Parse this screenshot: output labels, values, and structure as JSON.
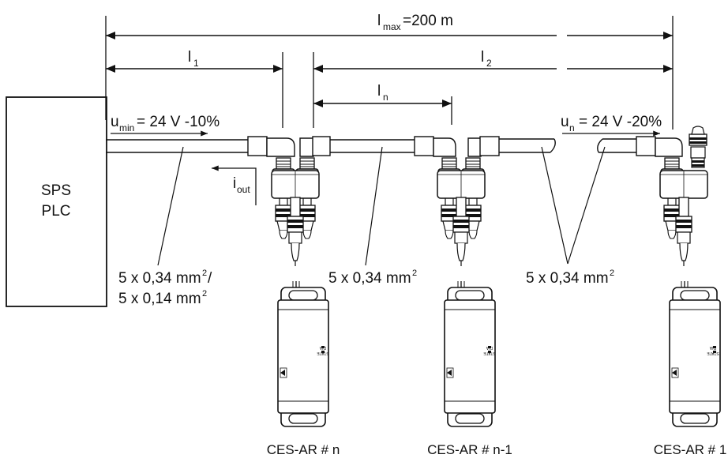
{
  "plc": {
    "line1": "SPS",
    "line2": "PLC"
  },
  "dimensions": {
    "lmax": {
      "symbol": "l",
      "sub": "max",
      "value": "=200 m"
    },
    "l1": {
      "symbol": "l",
      "sub": "1"
    },
    "l2": {
      "symbol": "l",
      "sub": "2"
    },
    "ln": {
      "symbol": "l",
      "sub": "n"
    }
  },
  "voltages": {
    "umin": {
      "symbol": "u",
      "sub": "min",
      "value": "= 24 V -10%"
    },
    "un": {
      "symbol": "u",
      "sub": "n",
      "value": "= 24 V -20%"
    }
  },
  "current": {
    "symbol": "i",
    "sub": "out"
  },
  "cables": {
    "first": {
      "line1": "5 x 0,34 mm",
      "line1_sup": "2",
      "line1_tail": "/",
      "line2": "5 x 0,14 mm",
      "line2_sup": "2"
    },
    "middle": {
      "text": "5 x 0,34 mm",
      "sup": "2"
    },
    "right": {
      "text": "5 x 0,34 mm",
      "sup": "2"
    }
  },
  "devices": [
    {
      "label": "CES-AR # n"
    },
    {
      "label": "CES-AR # n-1"
    },
    {
      "label": "CES-AR # 1"
    }
  ],
  "device_marks": {
    "line1": "STATE",
    "line2": "DIA"
  },
  "colors": {
    "line": "#111111",
    "background": "#ffffff"
  }
}
